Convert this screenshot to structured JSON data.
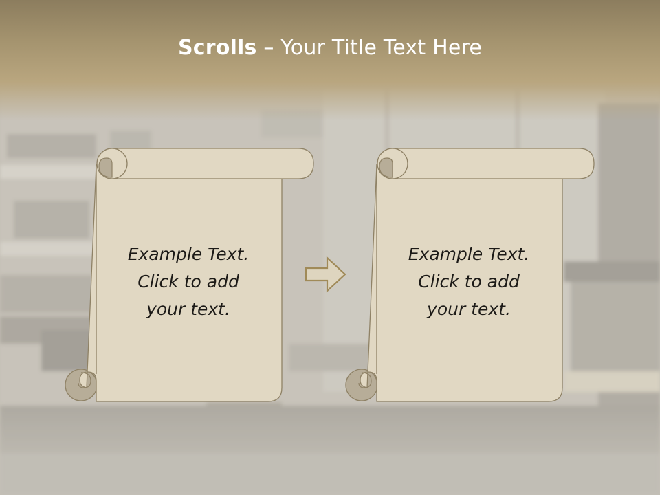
{
  "slide": {
    "title_bold": "Scrolls",
    "title_rest": " – Your Title Text Here"
  },
  "scrolls": [
    {
      "line1": "Example  Text.",
      "line2": "Click  to add",
      "line3": "your text."
    },
    {
      "line1": "Example  Text.",
      "line2": "Click  to add",
      "line3": "your text."
    }
  ],
  "icons": {
    "arrow": "right-arrow-icon"
  },
  "colors": {
    "title_band": "#a5946f",
    "scroll_fill": "#e1d8c3",
    "scroll_curl": "#b7ad98",
    "scroll_outline": "#8f8266",
    "title_text": "#ffffff",
    "arrow_outline": "#a08a58"
  }
}
